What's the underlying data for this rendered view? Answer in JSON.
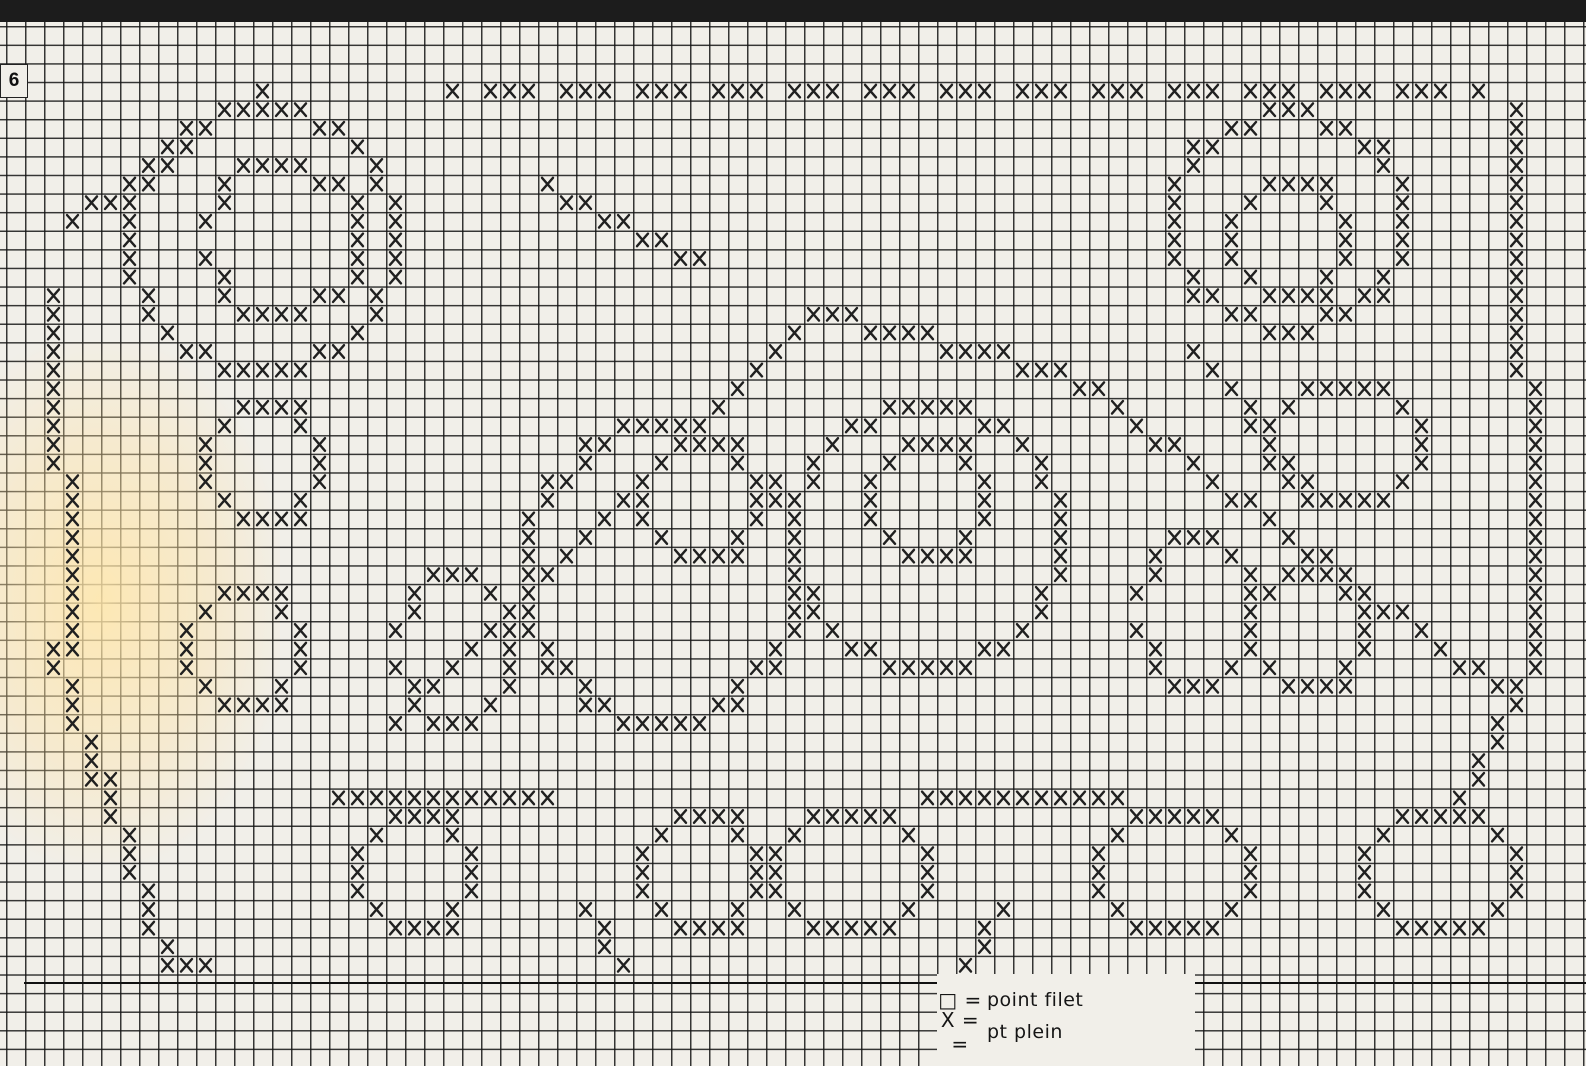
{
  "page_number": "6",
  "legend": {
    "items": [
      {
        "symbol": "□ =",
        "label": "point  filet"
      },
      {
        "symbol": "X = =",
        "label": "pt  plein"
      }
    ]
  },
  "colors": {
    "paper": "#f1efe9",
    "ink": "#202020",
    "background": "#1c1c1c"
  }
}
